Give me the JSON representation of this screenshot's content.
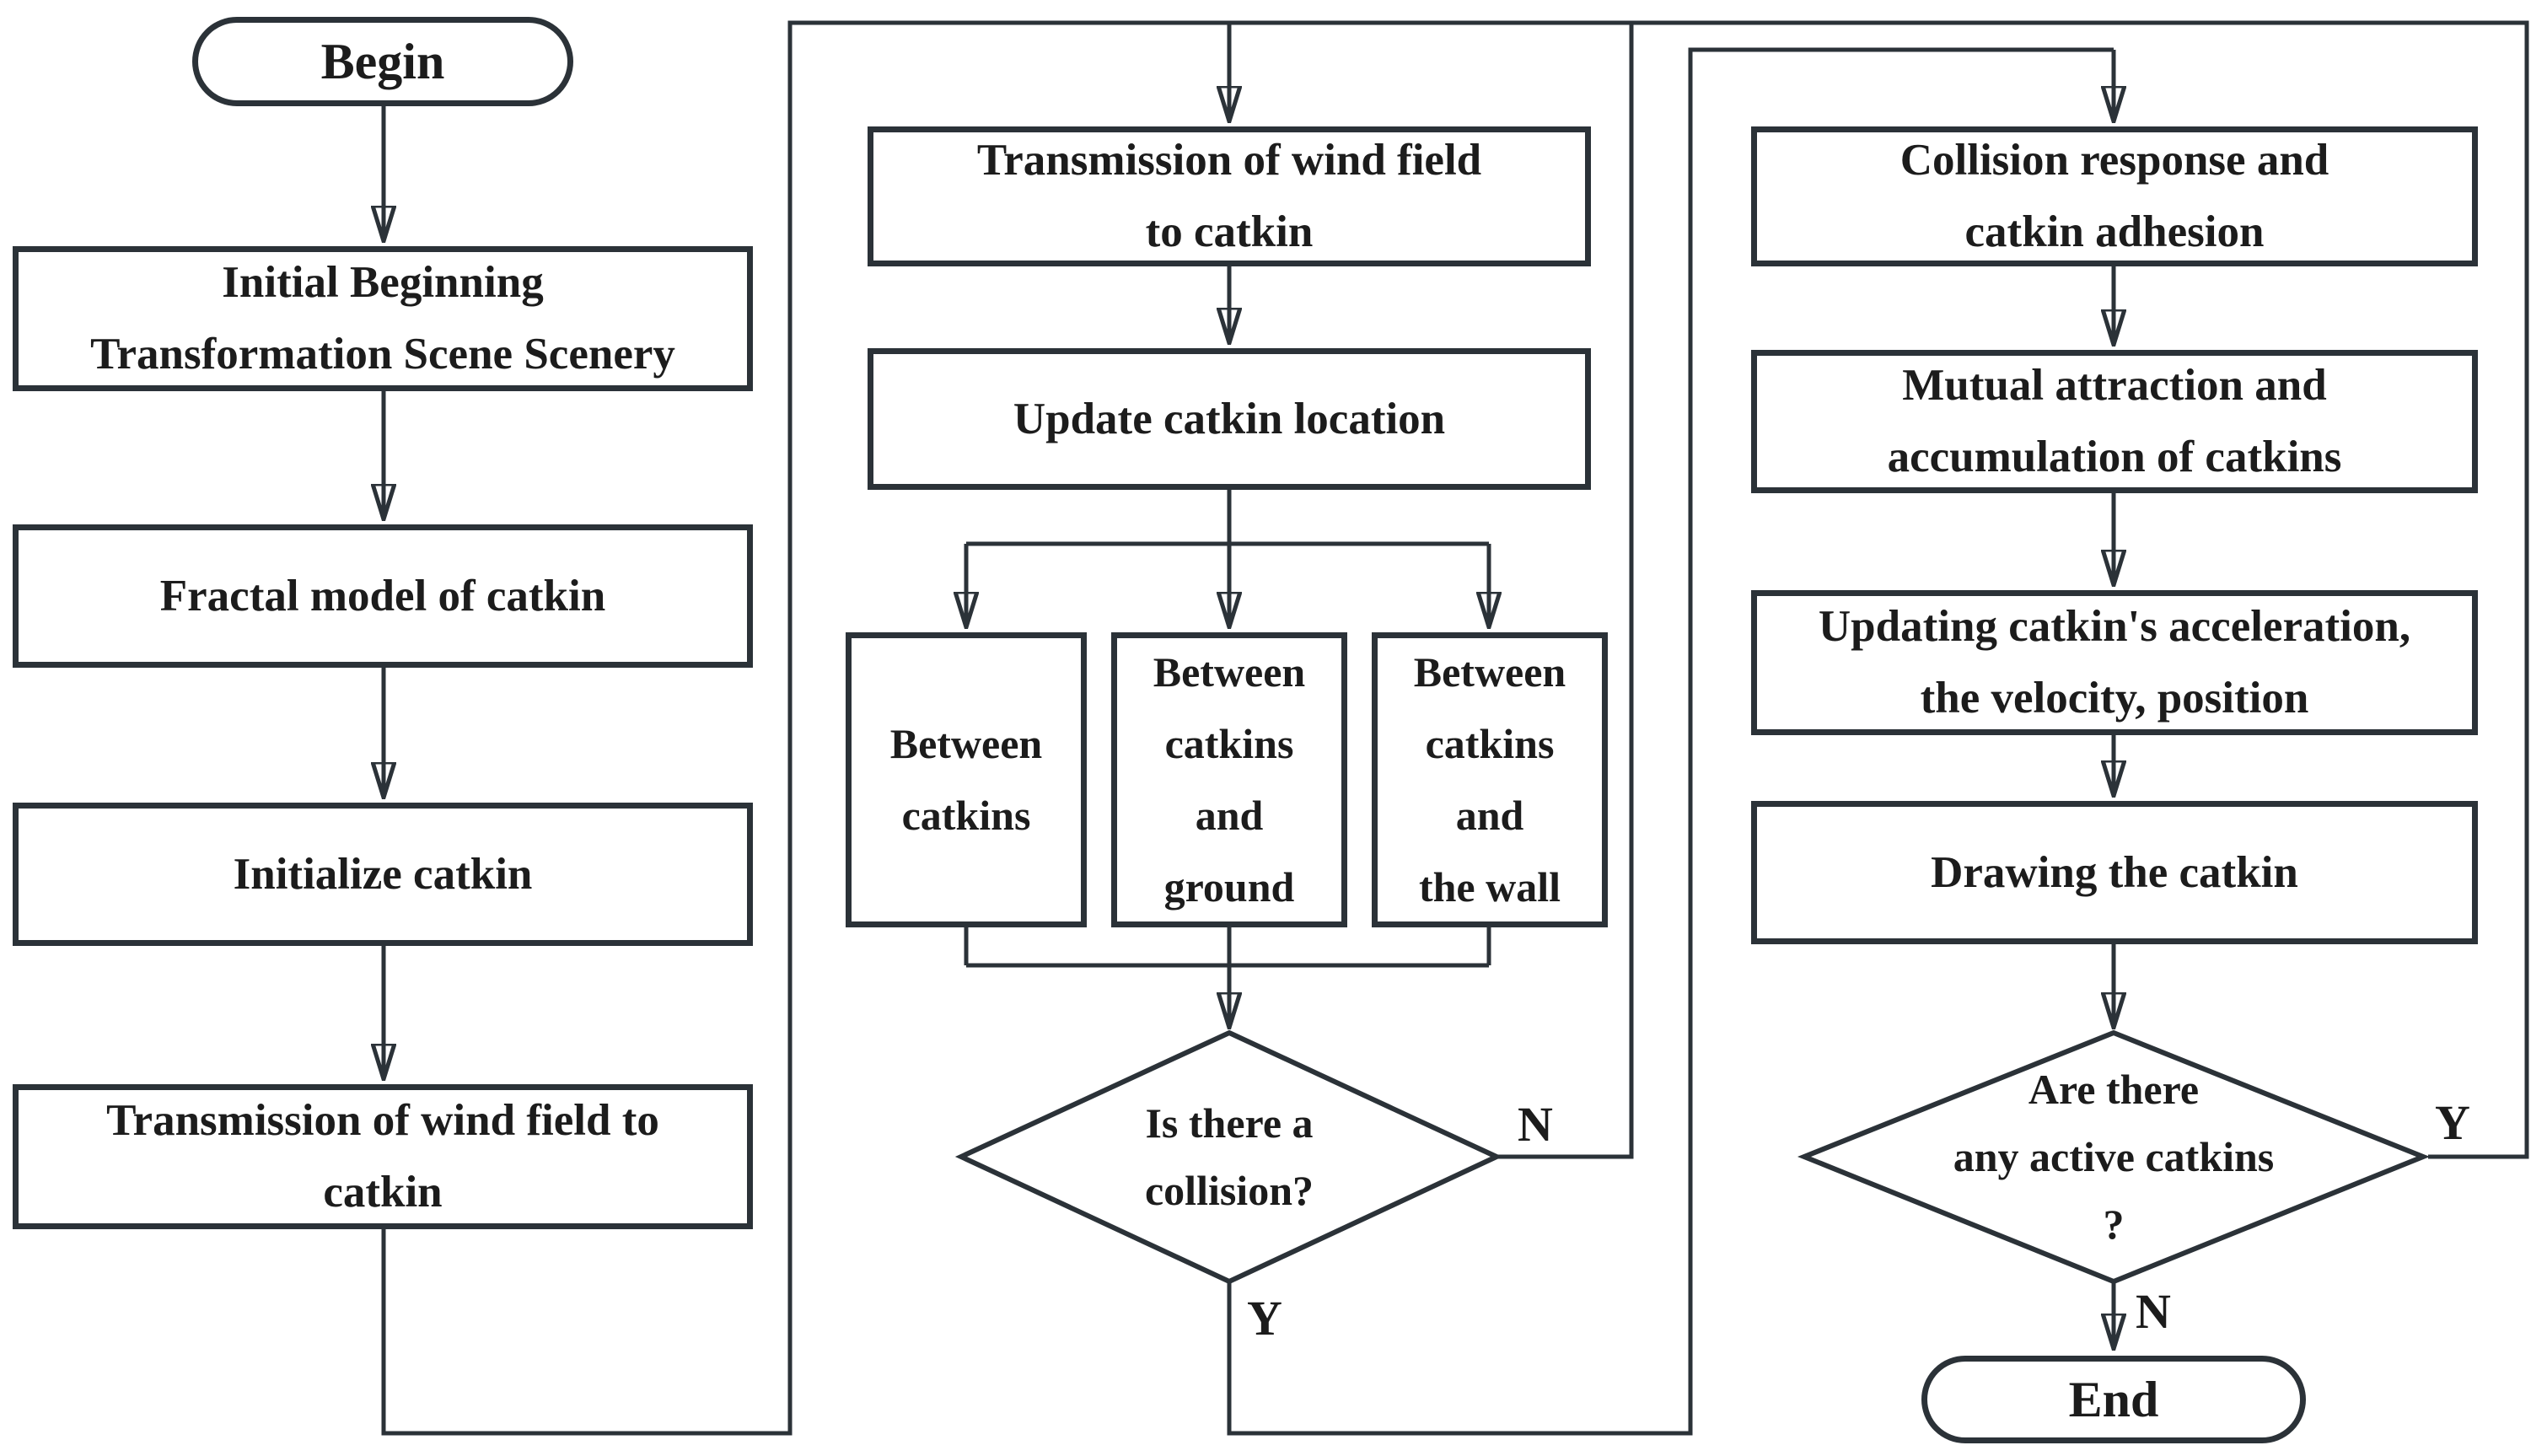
{
  "diagram": {
    "description": "Flowchart of catkin wind-field simulation algorithm",
    "colors": {
      "background": "#ffffff",
      "line": "#2b3238",
      "text": "#1c1c1c"
    },
    "nodes": {
      "begin": {
        "label": "Begin",
        "shape": "terminator"
      },
      "init_scene": {
        "label": "Initial Beginning\nTransformation Scene Scenery",
        "shape": "process"
      },
      "fractal_model": {
        "label": "Fractal model of catkin",
        "shape": "process"
      },
      "initialize_catkin": {
        "label": "Initialize catkin",
        "shape": "process"
      },
      "wind_to_catkin_left": {
        "label": "Transmission of wind field to\ncatkin",
        "shape": "process"
      },
      "wind_to_catkin_mid": {
        "label": "Transmission of wind field\nto catkin",
        "shape": "process"
      },
      "update_location": {
        "label": "Update catkin location",
        "shape": "process"
      },
      "between_catkins": {
        "label": "Between\ncatkins",
        "shape": "process"
      },
      "between_catkins_ground": {
        "label": "Between\ncatkins\nand\nground",
        "shape": "process"
      },
      "between_catkins_wall": {
        "label": "Between\ncatkins\nand\nthe wall",
        "shape": "process"
      },
      "collision_question": {
        "label": "Is there a\ncollision?",
        "shape": "decision"
      },
      "collision_response": {
        "label": "Collision response and\ncatkin adhesion",
        "shape": "process"
      },
      "mutual_attraction": {
        "label": "Mutual attraction and\naccumulation of catkins",
        "shape": "process"
      },
      "update_motion": {
        "label": "Updating catkin's acceleration,\nthe velocity, position",
        "shape": "process"
      },
      "drawing_catkin": {
        "label": "Drawing the catkin",
        "shape": "process"
      },
      "active_question": {
        "label": "Are there\nany active catkins\n?",
        "shape": "decision"
      },
      "end": {
        "label": "End",
        "shape": "terminator"
      }
    },
    "branch_labels": {
      "collision_no": "N",
      "collision_yes": "Y",
      "active_yes": "Y",
      "active_no": "N"
    }
  }
}
